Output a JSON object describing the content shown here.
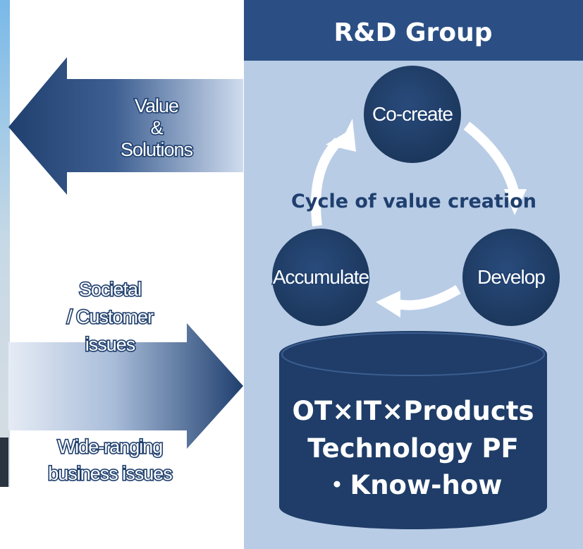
{
  "group_title": "R&D Group",
  "cycle_title": "Cycle of value creation",
  "nodes": {
    "cocreate": "Co-create",
    "develop": "Develop",
    "accumulate": "Accumulate"
  },
  "arrow_out": {
    "line1": "Value",
    "line2": "&",
    "line3": "Solutions"
  },
  "arrow_in": {
    "line1": "Societal",
    "line2": "/ Customer",
    "line3": "issues",
    "line4": "Wide-ranging",
    "line5": "business issues"
  },
  "database": {
    "line1": "OT×IT×Products",
    "line2": "Technology PF",
    "line3": "・Know-how"
  },
  "colors": {
    "panel_header": "#2b4f84",
    "panel_body": "#b8cce6",
    "node_fill": "#1f3d68",
    "db_fill": "#1f3d68",
    "arrow_dark": "#1f3f6e",
    "text_dark": "#1f3f6e"
  }
}
